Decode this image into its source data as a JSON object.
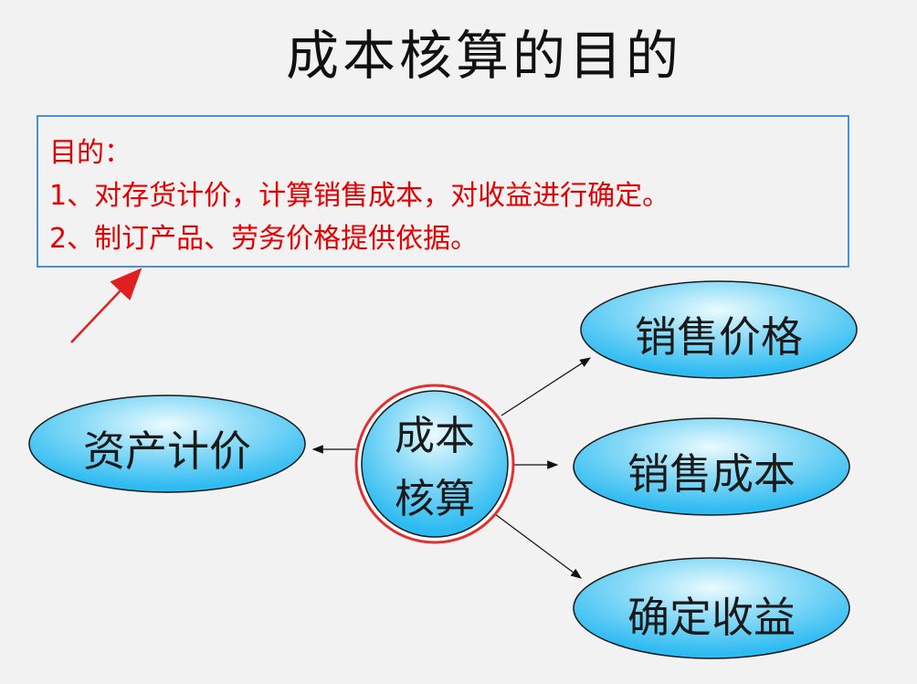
{
  "title": "成本核算的目的",
  "callout": {
    "heading": "目的：",
    "lines": [
      "1、对存货计价，计算销售成本，对收益进行确定。",
      "2、制订产品、劳务价格提供依据。"
    ]
  },
  "nodes": {
    "center_line1": "成本",
    "center_line2": "核算",
    "left": "资产计价",
    "right_top": "销售价格",
    "right_mid": "销售成本",
    "right_bottom": "确定收益"
  },
  "colors": {
    "accent_text": "#e60000",
    "callout_border": "#4a90d9",
    "ellipse_fill_light": "#eafbff",
    "ellipse_fill_dark": "#3cc3f5",
    "center_ring": "#e03030"
  }
}
